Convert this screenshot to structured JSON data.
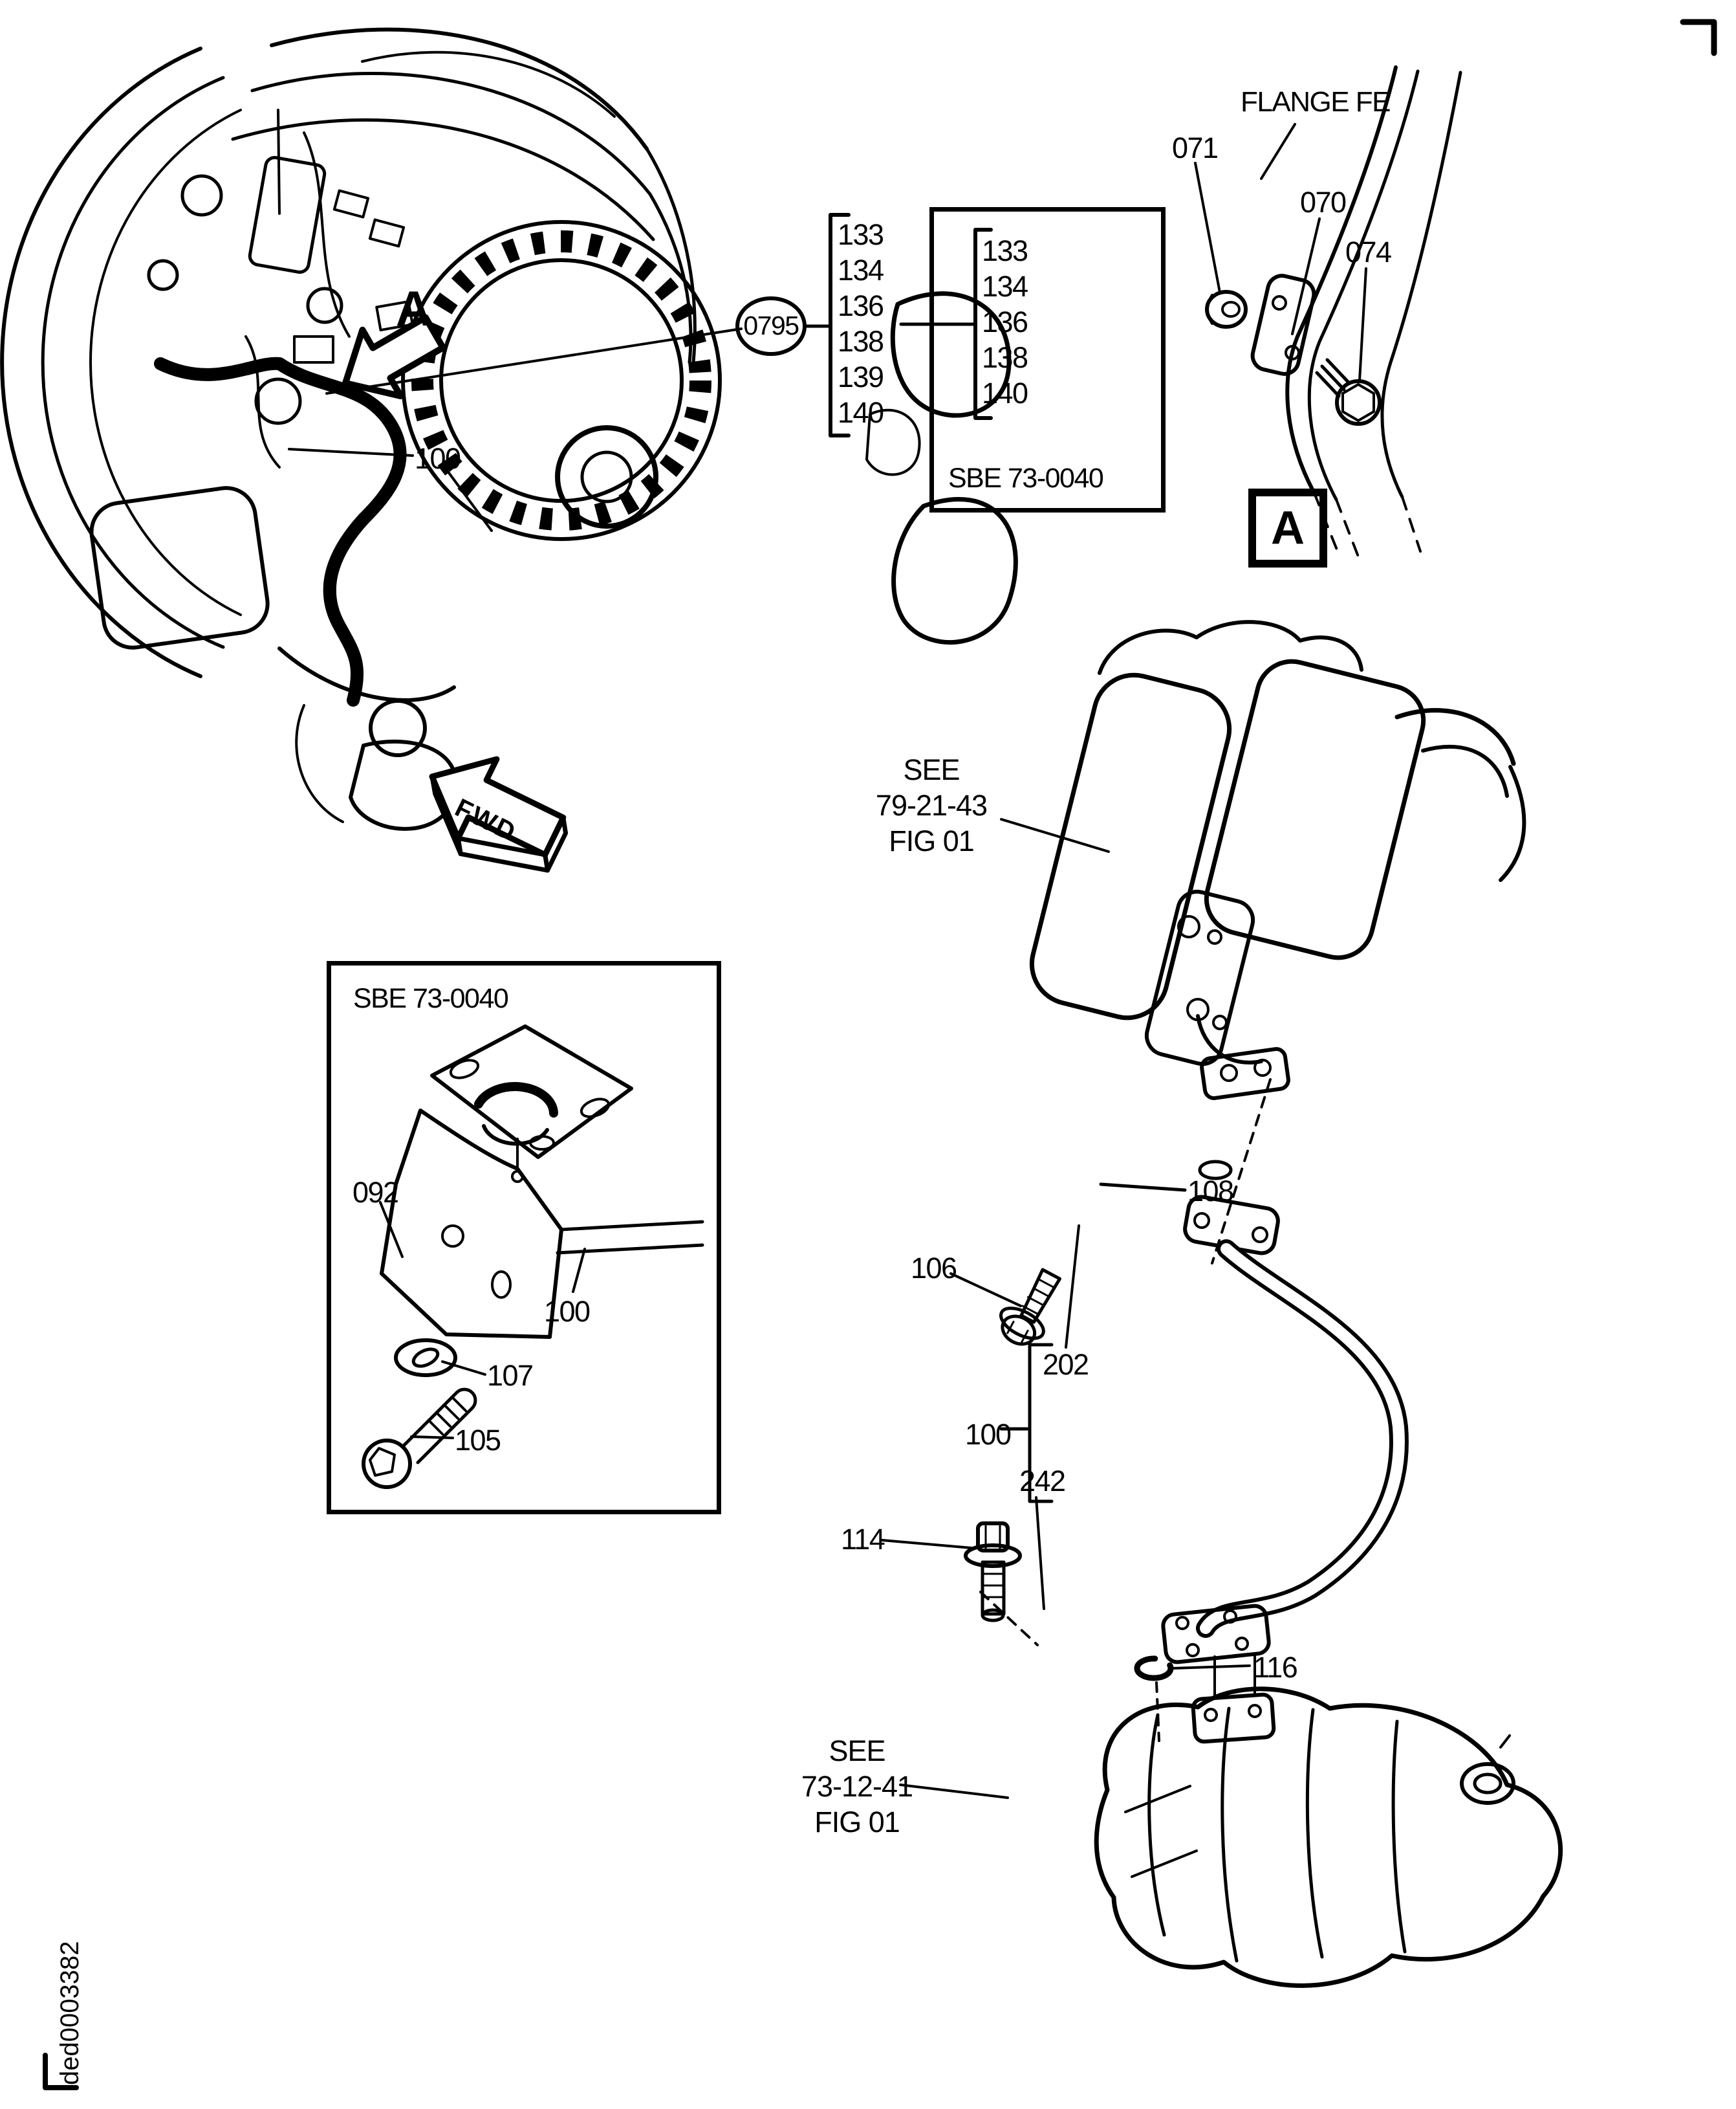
{
  "figure": {
    "corner_code": "ded0003382",
    "fwd_arrow": "FWD",
    "detail_letter": "A",
    "detail_box_letter": "A",
    "flange_heading": "FLANGE FE",
    "top_box_code": "SBE 73-0040",
    "left_box_code": "SBE 73-0040",
    "ref_upper": {
      "l1": "SEE",
      "l2": "79-21-43",
      "l3": "FIG 01"
    },
    "ref_lower": {
      "l1": "SEE",
      "l2": "73-12-41",
      "l3": "FIG 01"
    },
    "outer_list": [
      "133",
      "134",
      "136",
      "138",
      "139",
      "140"
    ],
    "inner_list": [
      "133",
      "134",
      "136",
      "138",
      "140"
    ],
    "callouts": {
      "c0795": "0795",
      "c100_engine": "100",
      "c071": "071",
      "c070": "070",
      "c074": "074",
      "c108": "108",
      "c106": "106",
      "c202": "202",
      "c100_pipe": "100",
      "c242": "242",
      "c114": "114",
      "c116": "116",
      "c092": "092",
      "c100_bracket": "100",
      "c107": "107",
      "c105": "105"
    }
  }
}
